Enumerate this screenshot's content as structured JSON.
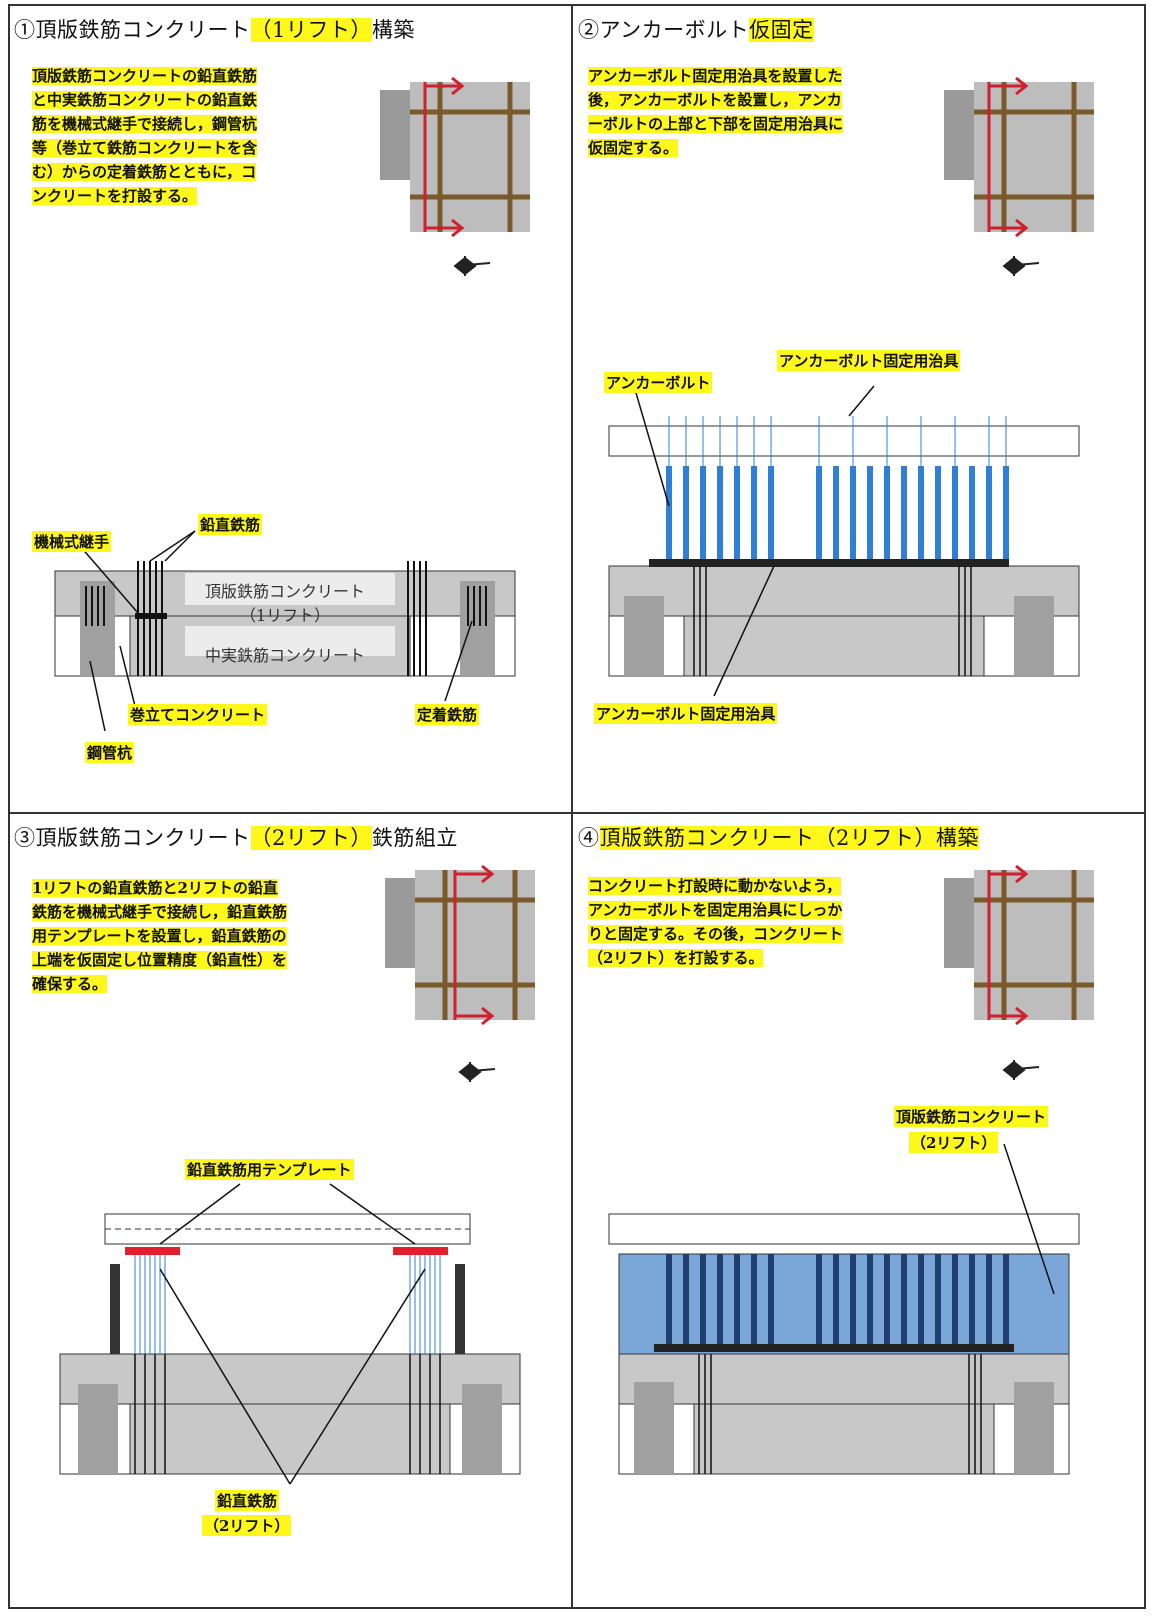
{
  "panels": [
    {
      "num": "①",
      "title_parts": [
        "頂版鉄筋コンクリート",
        "（1リフト）",
        "構築"
      ],
      "desc": [
        "頂版鉄筋コンクリートの鉛直鉄筋",
        "と中実鉄筋コンクリートの鉛直鉄",
        "筋を機械式継手で接続し，鋼管杭",
        "等（巻立て鉄筋コンクリートを含",
        "む）からの定着鉄筋とともに，コ",
        "ンクリートを打設する。"
      ],
      "labels": {
        "vertical_rebar": "鉛直鉄筋",
        "mech_joint": "機械式継手",
        "top_slab": "頂版鉄筋コンクリート",
        "lift1": "（1リフト）",
        "solid_rc": "中実鉄筋コンクリート",
        "wrap_concrete": "巻立てコンクリート",
        "anchor_rebar": "定着鉄筋",
        "steel_pile": "鋼管杭"
      }
    },
    {
      "num": "②",
      "title_parts": [
        "アンカーボルト",
        "仮固定"
      ],
      "desc": [
        "アンカーボルト固定用治具を設置した",
        "後，アンカーボルトを設置し，アンカ",
        "ーボルトの上部と下部を固定用治具に",
        "仮固定する。"
      ],
      "labels": {
        "jig_top": "アンカーボルト固定用治具",
        "anchor_bolt": "アンカーボルト",
        "jig_bottom": "アンカーボルト固定用治具"
      }
    },
    {
      "num": "③",
      "title_parts": [
        "頂版鉄筋コンクリート",
        "（2リフト）",
        "鉄筋組立"
      ],
      "desc": [
        "1リフトの鉛直鉄筋と2リフトの鉛直",
        "鉄筋を機械式継手で接続し，鉛直鉄筋",
        "用テンプレートを設置し，鉛直鉄筋の",
        "上端を仮固定し位置精度（鉛直性）を",
        "確保する。"
      ],
      "labels": {
        "template": "鉛直鉄筋用テンプレート",
        "rebar2a": "鉛直鉄筋",
        "rebar2b": "（2リフト）"
      }
    },
    {
      "num": "④",
      "title_parts": [
        "頂版鉄筋コンクリート（2リフト）構築"
      ],
      "desc": [
        "コンクリート打設時に動かないよう，",
        "アンカーボルトを固定用治具にしっか",
        "りと固定する。その後，コンクリート",
        "（2リフト）を打設する。"
      ],
      "labels": {
        "slab2a": "頂版鉄筋コンクリート",
        "slab2b": "（2リフト）"
      }
    }
  ],
  "colors": {
    "highlight": "#fdf71a",
    "concrete": "#c8c8c8",
    "anchor_blue": "#2f7fd6",
    "arrow_red": "#d0202e",
    "template_red": "#e0202e",
    "lift2_fill": "#7aa6d8"
  },
  "icons": [
    "north-arrow-icon",
    "key-plan-icon"
  ]
}
